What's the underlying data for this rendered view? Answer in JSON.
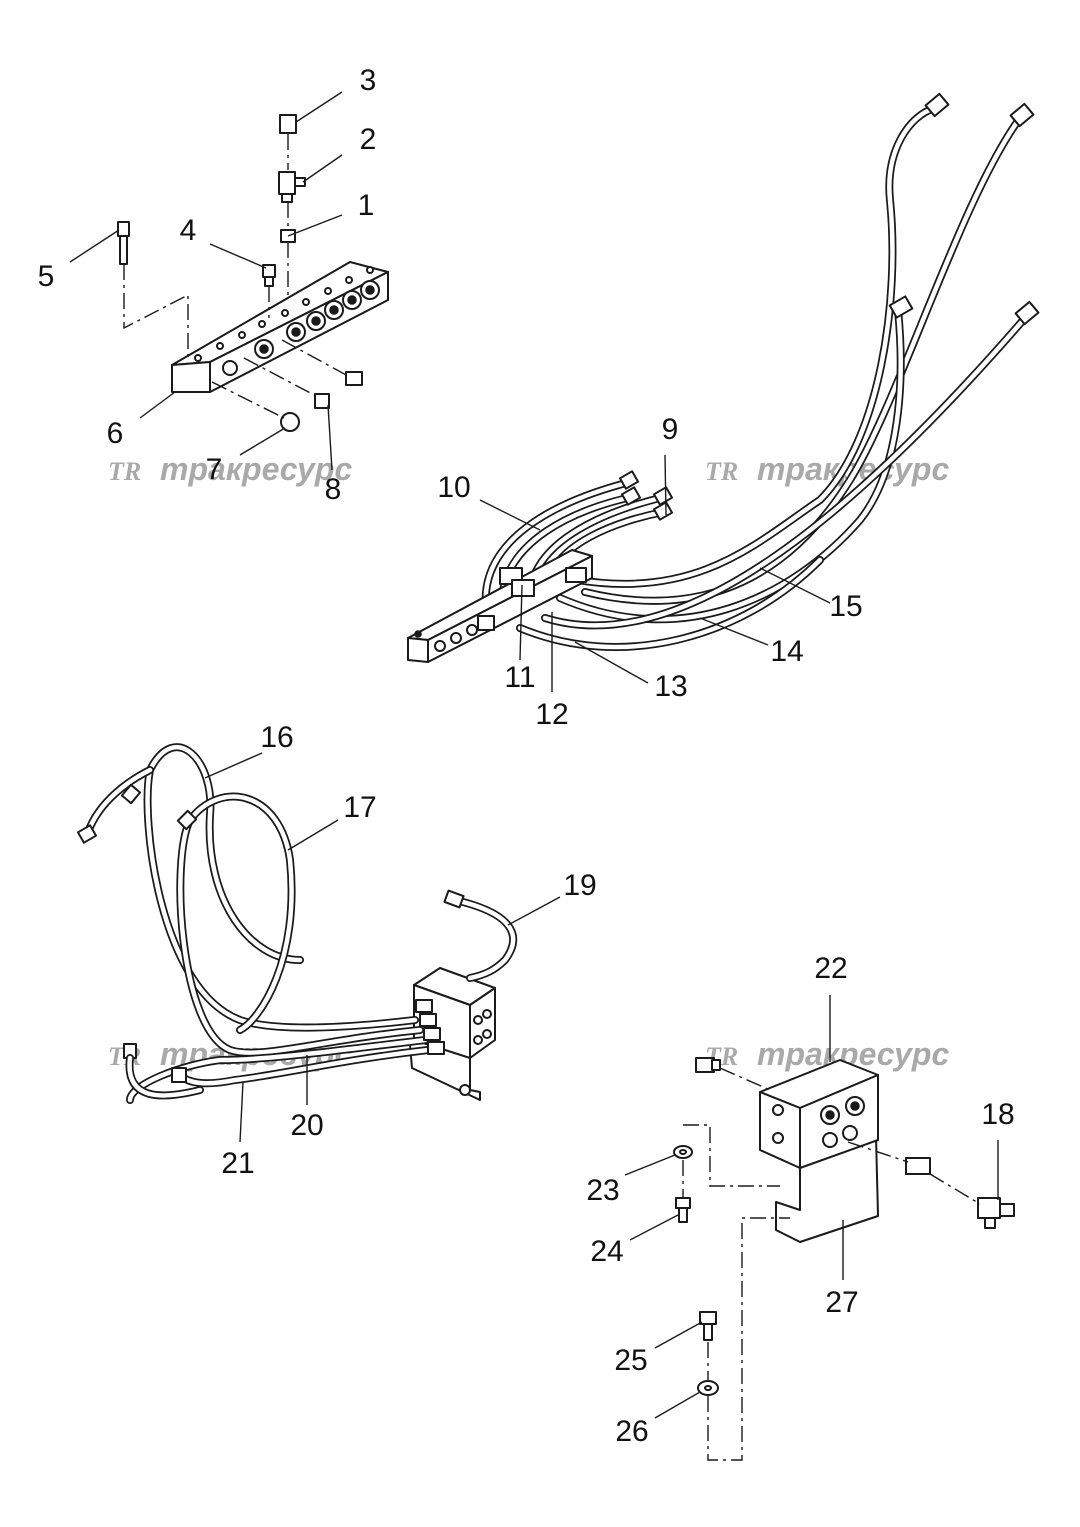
{
  "watermark": {
    "logo": "TR",
    "text": "тракресурс"
  },
  "callouts": [
    "1",
    "2",
    "3",
    "4",
    "5",
    "6",
    "7",
    "8",
    "9",
    "10",
    "11",
    "12",
    "13",
    "14",
    "15",
    "16",
    "17",
    "18",
    "19",
    "20",
    "21",
    "22",
    "23",
    "24",
    "25",
    "26",
    "27"
  ],
  "colors": {
    "line": "#1a1a1a",
    "watermark": "#a9a9a9",
    "background": "#ffffff"
  }
}
